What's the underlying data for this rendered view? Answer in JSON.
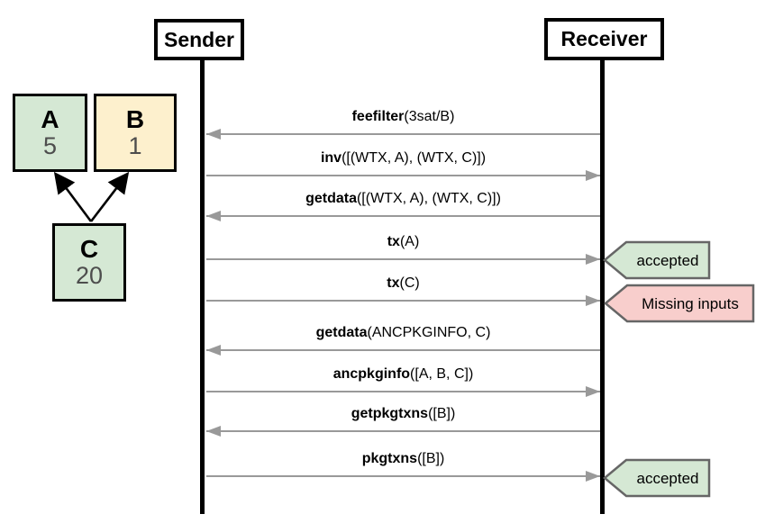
{
  "actors": [
    {
      "label": "Sender"
    },
    {
      "label": "Receiver"
    }
  ],
  "transactions": [
    {
      "letter": "A",
      "fee": "5",
      "fill": "green"
    },
    {
      "letter": "B",
      "fee": "1",
      "fill": "yellow"
    },
    {
      "letter": "C",
      "fee": "20",
      "fill": "green"
    }
  ],
  "dependencies": [
    {
      "from": "C",
      "to": "A"
    },
    {
      "from": "C",
      "to": "B"
    }
  ],
  "messages": [
    {
      "name": "feefilter",
      "args": "(3sat/B)",
      "direction": "receiver-to-sender"
    },
    {
      "name": "inv",
      "args": "([(WTX, A), (WTX, C)])",
      "direction": "sender-to-receiver"
    },
    {
      "name": "getdata",
      "args": "([(WTX, A), (WTX, C)])",
      "direction": "receiver-to-sender"
    },
    {
      "name": "tx",
      "args": "(A)",
      "direction": "sender-to-receiver",
      "result": "accepted"
    },
    {
      "name": "tx",
      "args": "(C)",
      "direction": "sender-to-receiver",
      "result": "Missing inputs"
    },
    {
      "name": "getdata",
      "args": "(ANCPKGINFO, C)",
      "direction": "receiver-to-sender"
    },
    {
      "name": "ancpkginfo",
      "args": "([A, B, C])",
      "direction": "sender-to-receiver"
    },
    {
      "name": "getpkgtxns",
      "args": "([B])",
      "direction": "receiver-to-sender"
    },
    {
      "name": "pkgtxns",
      "args": "([B])",
      "direction": "sender-to-receiver",
      "result": "accepted"
    }
  ],
  "badges": [
    {
      "label": "accepted",
      "type": "success"
    },
    {
      "label": "Missing inputs",
      "type": "error"
    },
    {
      "label": "accepted",
      "type": "success"
    }
  ],
  "colors": {
    "green_fill": "#d5e8d4",
    "yellow_fill": "#fdf0cd",
    "error_fill": "#f8cecc",
    "badge_border": "#666666",
    "message_line": "#999999",
    "lifeline": "#000000"
  }
}
